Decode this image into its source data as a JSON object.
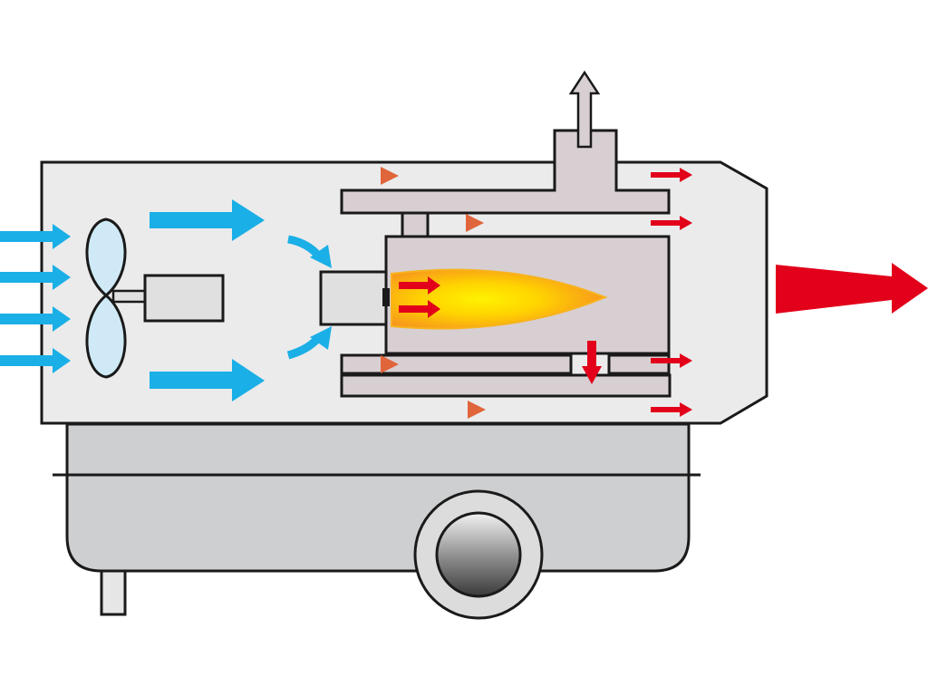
{
  "diagram": {
    "kind": "indirect-fired forced-air heater cross-section",
    "labels": [],
    "components": [
      {
        "id": "housing",
        "icon": "heater-housing"
      },
      {
        "id": "fan",
        "icon": "fan-icon"
      },
      {
        "id": "motor",
        "icon": "motor-icon"
      },
      {
        "id": "burner",
        "icon": "burner-icon"
      },
      {
        "id": "combustion-chamber",
        "icon": "combustion-chamber"
      },
      {
        "id": "heat-exchanger",
        "icon": "heat-exchanger"
      },
      {
        "id": "flue",
        "icon": "chimney-icon"
      },
      {
        "id": "fuel-tank",
        "icon": "tank-icon"
      },
      {
        "id": "wheel",
        "icon": "wheel-icon"
      },
      {
        "id": "support-leg",
        "icon": "leg-icon"
      }
    ],
    "flows": [
      {
        "name": "cold-air-intake",
        "color": "#1AAFE6"
      },
      {
        "name": "warming-air",
        "color": "#E07050"
      },
      {
        "name": "hot-gas",
        "color": "#E2001A"
      },
      {
        "name": "flue-exhaust",
        "color": "#D8CFD2"
      },
      {
        "name": "hot-air-output",
        "color": "#E2001A"
      }
    ]
  },
  "colors": {
    "outline": "#1A1A1A",
    "housing": "#EBEBEC",
    "tank": "#CDCFD0",
    "exchanger": "#D8CFD2",
    "cold_air": "#1AAFE6",
    "hot_air": "#E2001A",
    "flame_core": "#FFF200",
    "flame_edge": "#F7941D",
    "fan_blade": "#CFEAF6"
  }
}
